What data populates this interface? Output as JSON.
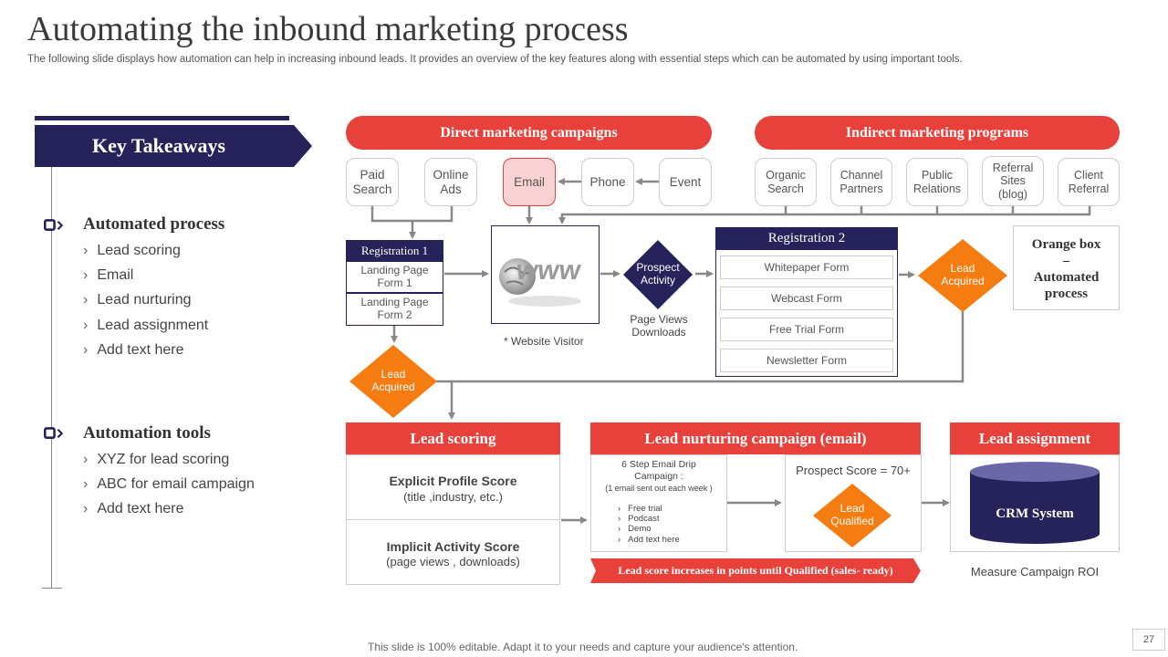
{
  "header": {
    "title": "Automating the inbound marketing process",
    "subtitle": "The following slide displays how automation can help in increasing inbound leads. It provides an overview of the key features along with essential steps which can be automated  by using important tools."
  },
  "left_panel": {
    "key_takeaways": "Key Takeaways",
    "section1": {
      "title": "Automated process",
      "items": [
        "Lead scoring",
        "Email",
        "Lead nurturing",
        "Lead assignment",
        "Add text here"
      ]
    },
    "section2": {
      "title": "Automation tools",
      "items": [
        "XYZ  for lead scoring",
        "ABC for email campaign",
        "Add text here"
      ]
    },
    "bullet_glyph": "›"
  },
  "diagram": {
    "direct_title": "Direct marketing campaigns",
    "indirect_title": "Indirect marketing programs",
    "direct_sources": [
      "Paid Search",
      "Online Ads",
      "Email",
      "Phone",
      "Event"
    ],
    "indirect_sources": [
      "Organic Search",
      "Channel Partners",
      "Public Relations",
      "Referral Sites (blog)",
      "Client Referral"
    ],
    "registration1": {
      "title": "Registration 1",
      "forms": [
        "Landing Page Form 1",
        "Landing Page Form 2"
      ]
    },
    "website_visitor": "* Website Visitor",
    "www_text": "www",
    "prospect_activity": "Prospect Activity",
    "page_views": "Page Views Downloads",
    "registration2": {
      "title": "Registration 2",
      "forms": [
        "Whitepaper Form",
        "Webcast Form",
        "Free Trial Form",
        "Newsletter Form"
      ]
    },
    "lead_acquired_right": "Lead Acquired",
    "lead_acquired_left": "Lead Acquired",
    "legend_note": {
      "line1": "Orange box",
      "line2": "–",
      "line3": "Automated process"
    },
    "lead_scoring": {
      "title": "Lead scoring",
      "explicit_title": "Explicit Profile Score",
      "explicit_sub": "(title ,industry, etc.)",
      "implicit_title": "Implicit Activity  Score",
      "implicit_sub": "(page views  , downloads)"
    },
    "lead_nurturing": {
      "title": "Lead nurturing campaign (email)",
      "drip_title": "6 Step Email  Drip Campaign  :",
      "drip_sub": "(1 email sent out each week )",
      "drip_items": [
        "Free trial",
        "Podcast",
        "Demo",
        "Add text here"
      ],
      "prospect_score": "Prospect Score = 70+",
      "lead_qualified": "Lead Qualified",
      "banner": "Lead score increases in points until Qualified (sales- ready)"
    },
    "lead_assignment": {
      "title": "Lead assignment",
      "crm": "CRM System",
      "roi": "Measure Campaign ROI"
    }
  },
  "footer": {
    "note": "This slide is 100% editable. Adapt it to your needs and capture your audience's attention.",
    "page_number": "27"
  },
  "colors": {
    "navy": "#25235a",
    "red": "#e8413b",
    "orange": "#f47c10",
    "pink": "#f9d3d3",
    "gray_line": "#888888"
  }
}
